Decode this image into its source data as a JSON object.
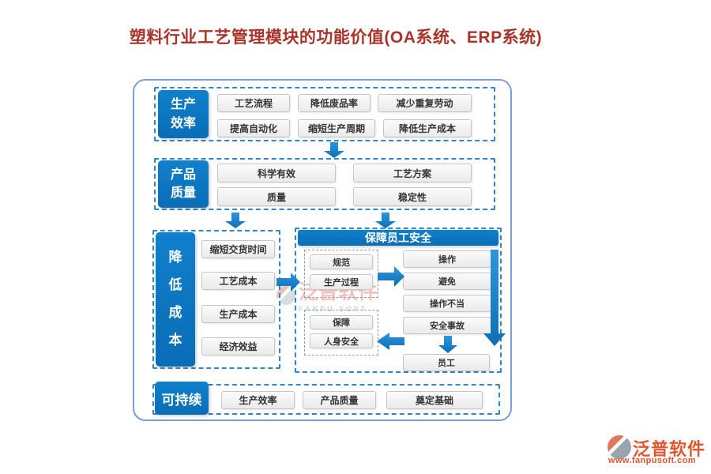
{
  "title": "塑料行业工艺管理模块的功能价值(OA系统、ERP系统)",
  "colors": {
    "accent_blue": "#0b76c2",
    "dashed_border_blue": "#2e86cd",
    "outer_border_blue": "#7c9ed8",
    "title_red": "#a8342a",
    "brand_orange": "#e2552e",
    "item_bg": "#f0f0f0"
  },
  "diagram": {
    "production_efficiency": {
      "label": "生产效率",
      "items": [
        "工艺流程",
        "降低废品率",
        "减少重复劳动",
        "提高自动化",
        "缩短生产周期",
        "降低生产成本"
      ]
    },
    "product_quality": {
      "label": "产品质量",
      "items": [
        "科学有效",
        "工艺方案",
        "质量",
        "稳定性"
      ]
    },
    "cost_reduction": {
      "label": "降低成本",
      "items": [
        "缩短交货时间",
        "工艺成本",
        "生产成本",
        "经济效益"
      ]
    },
    "employee_safety": {
      "header": "保障员工安全",
      "process_group": [
        "规范",
        "生产过程"
      ],
      "risk_chain": [
        "操作",
        "避免",
        "操作不当",
        "安全事故"
      ],
      "staff": "员工",
      "protection_group": [
        "保障",
        "人身安全"
      ]
    },
    "sustainability": {
      "label": "可持续",
      "items": [
        "生产效率",
        "产品质量",
        "奠定基础"
      ]
    }
  },
  "watermark": {
    "name": "泛普软件",
    "subtitle": "FANPU SOFT"
  },
  "branding": {
    "name": "泛普软件",
    "website": "www.fanpusoft.com"
  }
}
